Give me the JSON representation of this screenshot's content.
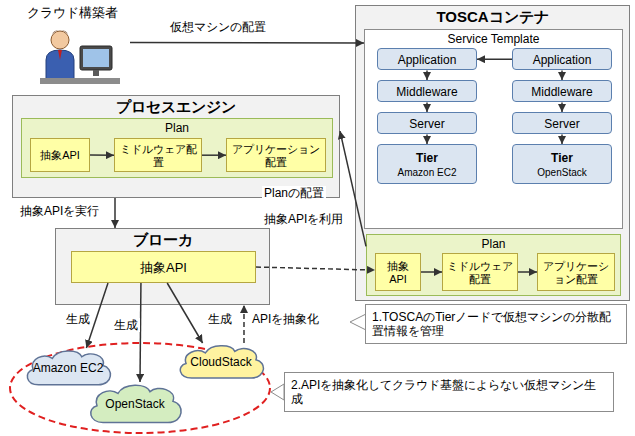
{
  "diagram": {
    "nodes": [
      {
        "text": [
          "クラウド構築者"
        ]
      },
      {
        "text": [
          "TOSCAコンテナ"
        ]
      },
      {
        "text": [
          "Service Template"
        ],
        "in": 1
      },
      {
        "text": [
          "Application"
        ],
        "in": 2
      },
      {
        "text": [
          "Middleware"
        ],
        "in": 2
      },
      {
        "text": [
          "Server"
        ],
        "in": 2
      },
      {
        "text": [
          "Tier",
          "Amazon EC2"
        ],
        "in": 2
      },
      {
        "text": [
          "Application"
        ],
        "in": 2
      },
      {
        "text": [
          "Middleware"
        ],
        "in": 2
      },
      {
        "text": [
          "Server"
        ],
        "in": 2
      },
      {
        "text": [
          "Tier",
          "OpenStack"
        ],
        "in": 2
      },
      {
        "text": [
          "Plan"
        ],
        "in": 1
      },
      {
        "text": [
          "抽象API"
        ],
        "in": 11
      },
      {
        "text": [
          "ミドルウェア配置"
        ],
        "in": 11
      },
      {
        "text": [
          "アプリケーション配置"
        ],
        "in": 11
      },
      {
        "text": [
          "プロセスエンジン"
        ]
      },
      {
        "text": [
          "Plan"
        ],
        "in": 15
      },
      {
        "text": [
          "抽象API"
        ],
        "in": 16
      },
      {
        "text": [
          "ミドルウェア配置"
        ],
        "in": 16
      },
      {
        "text": [
          "アプリケーション配置"
        ],
        "in": 16
      },
      {
        "text": [
          "ブローカ"
        ]
      },
      {
        "text": [
          "抽象API"
        ],
        "in": 20
      },
      {
        "text": [
          "Amazon EC2"
        ]
      },
      {
        "text": [
          "CloudStack"
        ]
      },
      {
        "text": [
          "OpenStack"
        ]
      },
      {
        "text": [
          "1.TOSCAのTierノードで仮想マシンの分散配置情報を管理"
        ]
      },
      {
        "text": [
          "2.APIを抽象化してクラウド基盤によらない仮想マシン生成"
        ]
      }
    ],
    "edges": [
      {
        "from": 0,
        "to": 2,
        "arrow": "to",
        "label": "仮想マシンの配置"
      },
      {
        "from": 7,
        "to": 3,
        "arrow": "to"
      },
      {
        "from": 3,
        "to": 4,
        "arrow": "to"
      },
      {
        "from": 4,
        "to": 5,
        "arrow": "to"
      },
      {
        "from": 5,
        "to": 6,
        "arrow": "to"
      },
      {
        "from": 7,
        "to": 8,
        "arrow": "to"
      },
      {
        "from": 8,
        "to": 9,
        "arrow": "to"
      },
      {
        "from": 9,
        "to": 10,
        "arrow": "to"
      },
      {
        "from": 12,
        "to": 13,
        "arrow": "to"
      },
      {
        "from": 13,
        "to": 14,
        "arrow": "to"
      },
      {
        "from": 17,
        "to": 18,
        "arrow": "to"
      },
      {
        "from": 18,
        "to": 19,
        "arrow": "to"
      },
      {
        "from": 11,
        "to": 15,
        "arrow": "to",
        "label": "Planの配置"
      },
      {
        "from": 15,
        "to": 20,
        "arrow": "to",
        "label": "抽象APIを実行"
      },
      {
        "from": 21,
        "to": 12,
        "arrow": "to",
        "label": "抽象APIを利用"
      },
      {
        "from": 21,
        "to": 22,
        "arrow": "to",
        "label": "生成"
      },
      {
        "from": 21,
        "to": 24,
        "arrow": "to",
        "label": "生成"
      },
      {
        "from": 21,
        "to": 23,
        "arrow": "to",
        "label": "生成"
      },
      {
        "from": 23,
        "to": 20,
        "arrow": "to",
        "label": "APIを抽象化"
      }
    ]
  }
}
